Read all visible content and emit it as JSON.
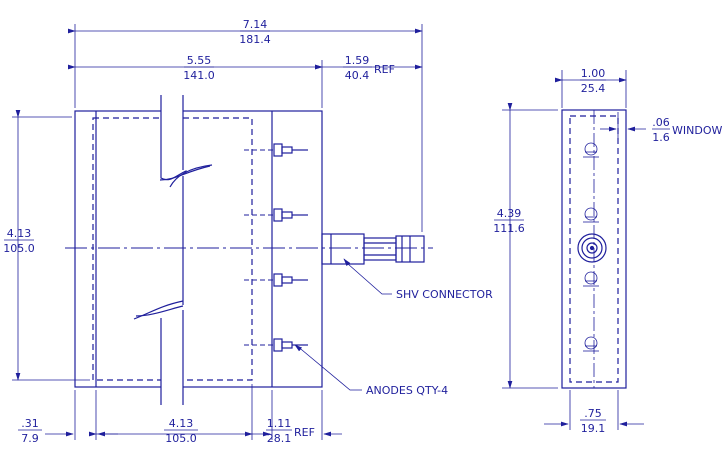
{
  "colors": {
    "ink": "#1f1f9c",
    "background": "#ffffff"
  },
  "dimensions": {
    "overall_width": {
      "inch": "7.14",
      "mm": "181.4"
    },
    "body_width": {
      "inch": "5.55",
      "mm": "141.0"
    },
    "connector_length": {
      "inch": "1.59",
      "mm": "40.4",
      "suffix": "REF"
    },
    "left_height": {
      "inch": "4.13",
      "mm": "105.0"
    },
    "end_width": {
      "inch": "1.00",
      "mm": "25.4"
    },
    "window": {
      "inch": ".06",
      "mm": "1.6",
      "suffix": "WINDOW"
    },
    "end_height": {
      "inch": "4.39",
      "mm": "111.6"
    },
    "left_wall": {
      "inch": ".31",
      "mm": "7.9"
    },
    "inner_width": {
      "inch": "4.13",
      "mm": "105.0"
    },
    "anode_section": {
      "inch": "1.11",
      "mm": "28.1",
      "suffix": "REF"
    },
    "end_inner_width": {
      "inch": ".75",
      "mm": "19.1"
    }
  },
  "callouts": {
    "shv_connector": "SHV CONNECTOR",
    "anodes": "ANODES QTY-4"
  }
}
